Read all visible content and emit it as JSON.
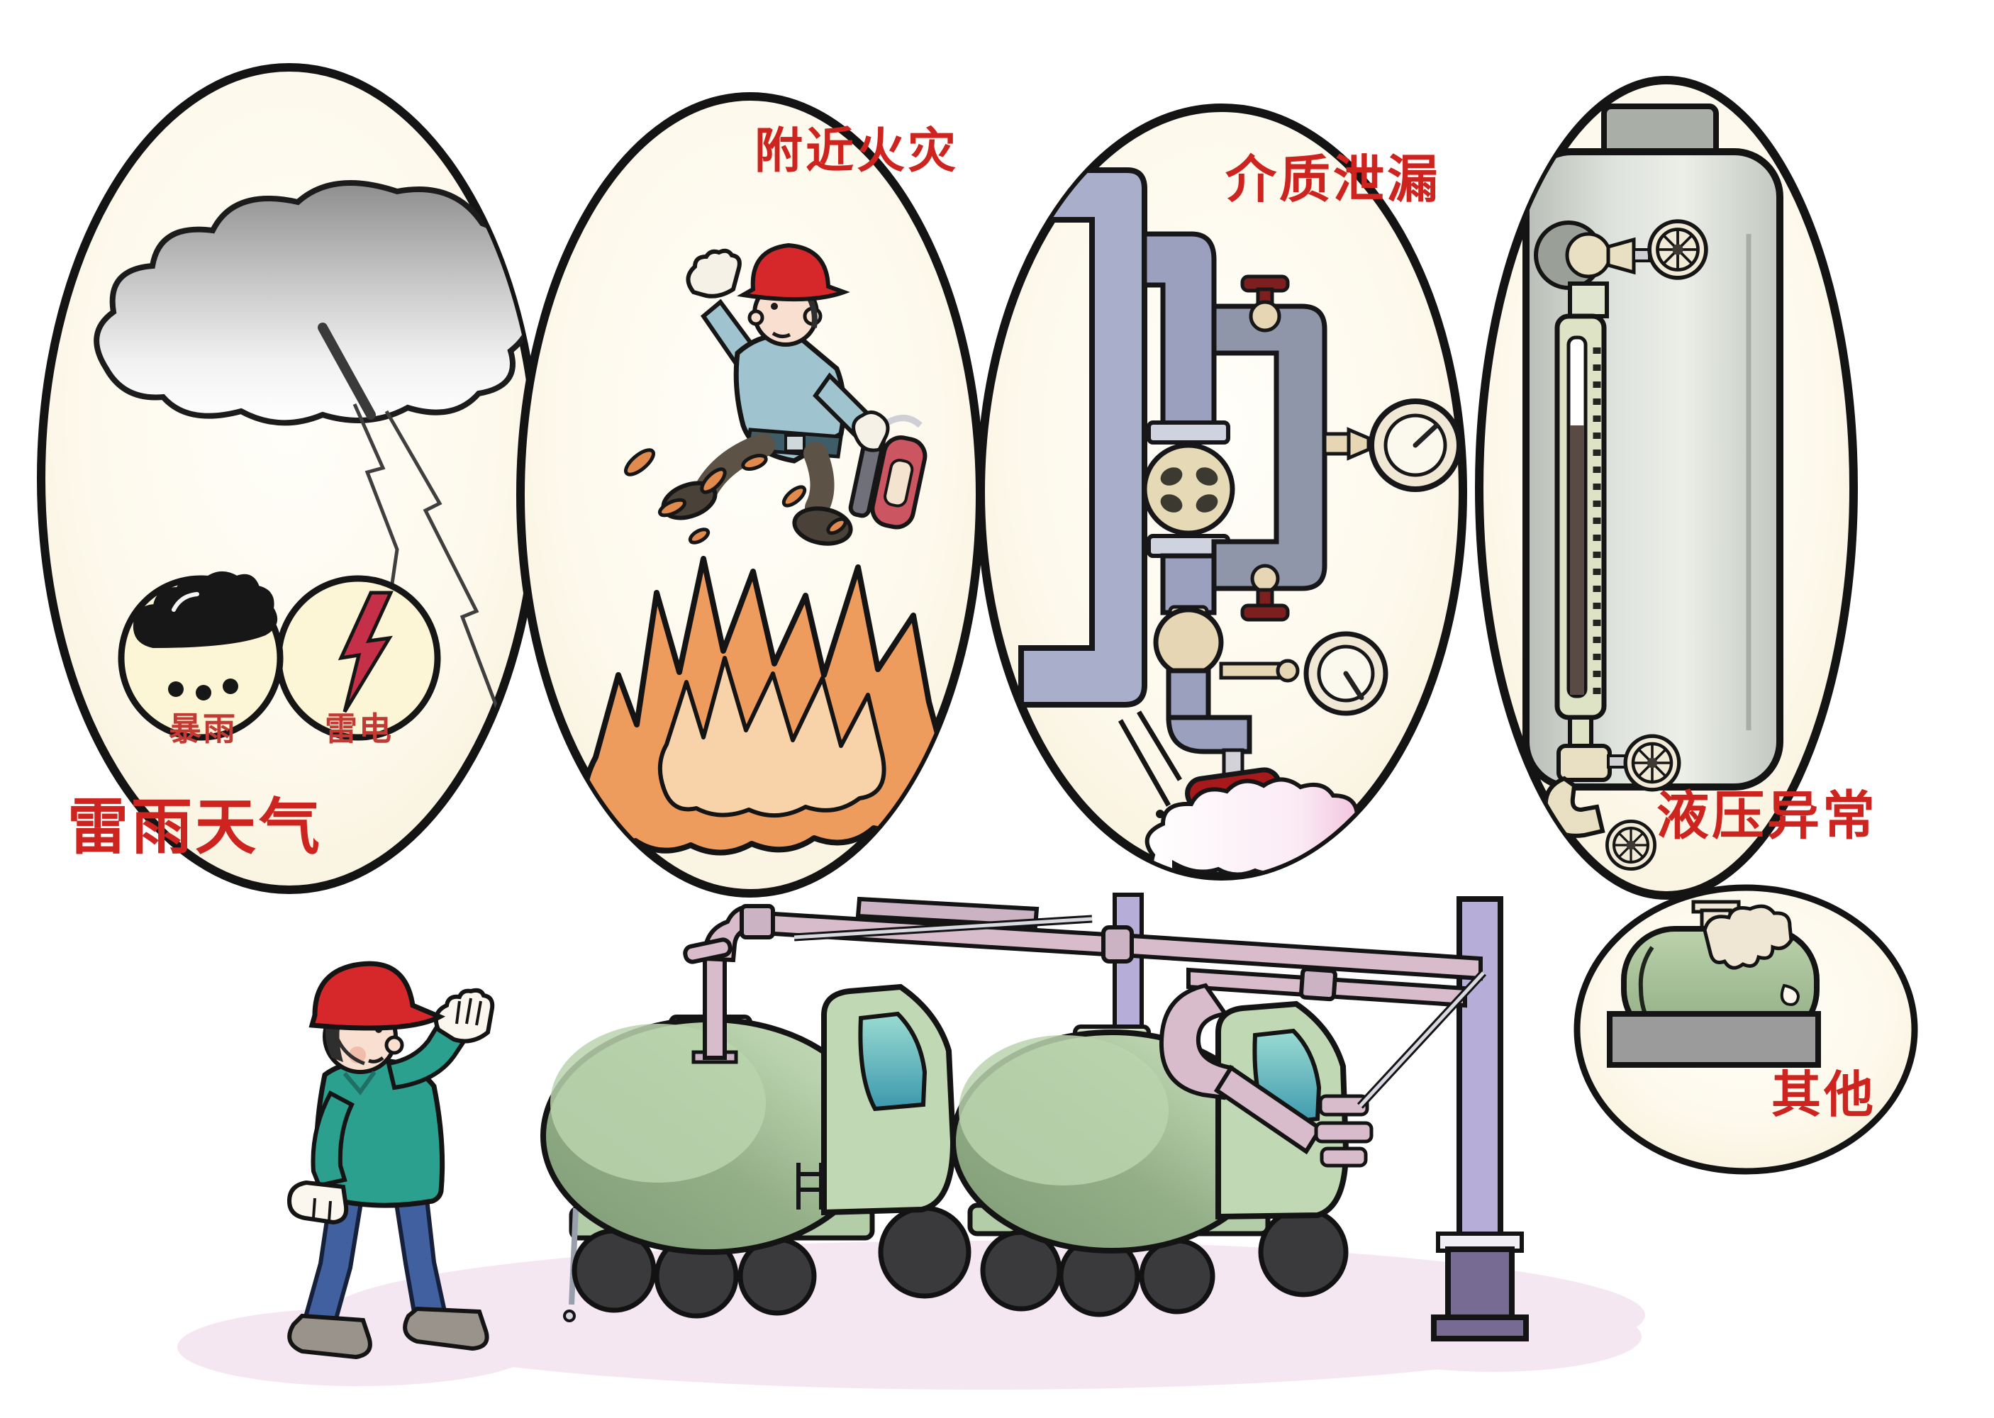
{
  "illustration": {
    "background_color": "#ffffff",
    "label_color": "#ce2420",
    "panels": [
      {
        "name": "thunderstorm-weather",
        "label": "雷雨天气",
        "icons": [
          {
            "name": "rainstorm-icon",
            "label": "暴雨"
          },
          {
            "name": "lightning-icon",
            "label": "雷电"
          }
        ]
      },
      {
        "name": "nearby-fire",
        "label": "附近火灾"
      },
      {
        "name": "medium-leakage",
        "label": "介质泄漏"
      },
      {
        "name": "abnormal-liquid-pressure",
        "label": "液压异常"
      },
      {
        "name": "other",
        "label": "其他"
      }
    ]
  }
}
